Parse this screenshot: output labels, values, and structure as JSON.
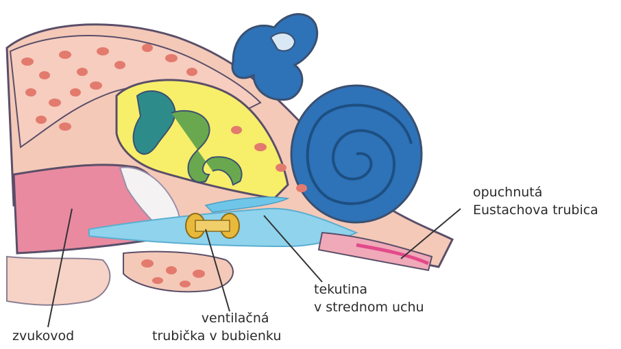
{
  "labels": {
    "eustachian_tube": {
      "line1": "opuchnutá",
      "line2": "Eustachova trubica"
    },
    "fluid": {
      "line1": "tekutina",
      "line2": "v strednom uchu"
    },
    "ventilation_tube": {
      "line1": "ventilačná",
      "line2": "trubička v bubienku"
    },
    "ear_canal": {
      "line1": "zvukovod"
    }
  },
  "colors": {
    "skin": "#f4c9b8",
    "tissue_spots": "#e37a6e",
    "canal_pink": "#e98aa0",
    "middle_ear_yellow": "#f7ee6a",
    "inner_ear_blue": "#2e72b8",
    "ossicle_teal": "#2d8c8a",
    "ossicle_green": "#6aa84f",
    "fluid_blue": "#8fd3ec",
    "tube_gold": "#e8b93a",
    "outline": "#5a4e68"
  }
}
